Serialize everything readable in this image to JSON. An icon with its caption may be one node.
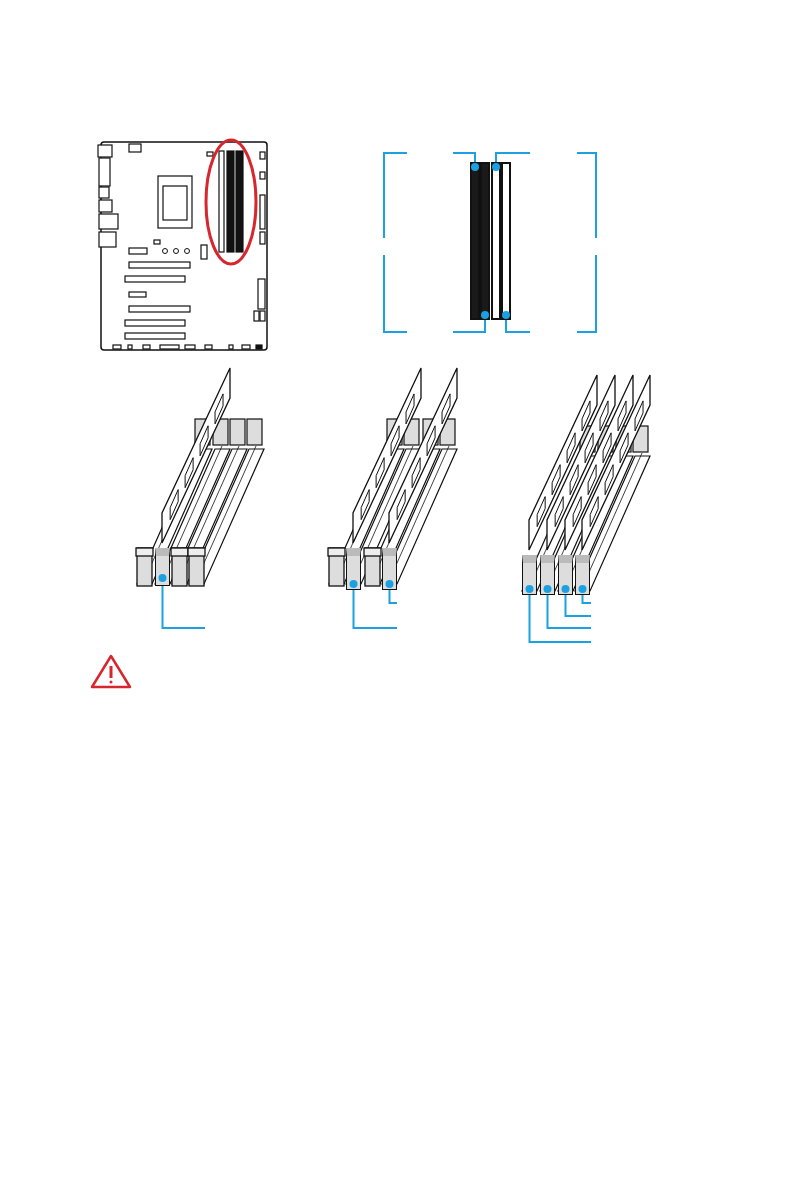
{
  "diagram": {
    "nodes": [
      {
        "text": [],
        "shape": "bar"
      },
      {
        "text": [],
        "shape": "bar"
      },
      {
        "text": [],
        "shape": "bar"
      },
      {
        "text": [],
        "shape": "bar"
      },
      {
        "text": [],
        "shape": "box"
      },
      {
        "text": [],
        "shape": "box"
      },
      {
        "text": [],
        "shape": "box"
      },
      {
        "text": [],
        "shape": "box"
      },
      {
        "text": [],
        "shape": "box"
      },
      {
        "text": [],
        "shape": "box"
      },
      {
        "text": [],
        "shape": "box"
      }
    ],
    "edges": [
      {
        "from": 0,
        "to": null,
        "arrow": "other"
      },
      {
        "from": 1,
        "to": null,
        "arrow": "other"
      },
      {
        "from": 2,
        "to": null,
        "arrow": "other"
      },
      {
        "from": 3,
        "to": null,
        "arrow": "other"
      },
      {
        "from": 4,
        "to": null,
        "arrow": "other"
      },
      {
        "from": 5,
        "to": null,
        "arrow": "other"
      },
      {
        "from": 6,
        "to": null,
        "arrow": "other"
      },
      {
        "from": 7,
        "to": null,
        "arrow": "other"
      },
      {
        "from": 8,
        "to": null,
        "arrow": "other"
      },
      {
        "from": 9,
        "to": null,
        "arrow": "other"
      },
      {
        "from": 10,
        "to": null,
        "arrow": "other"
      }
    ]
  }
}
